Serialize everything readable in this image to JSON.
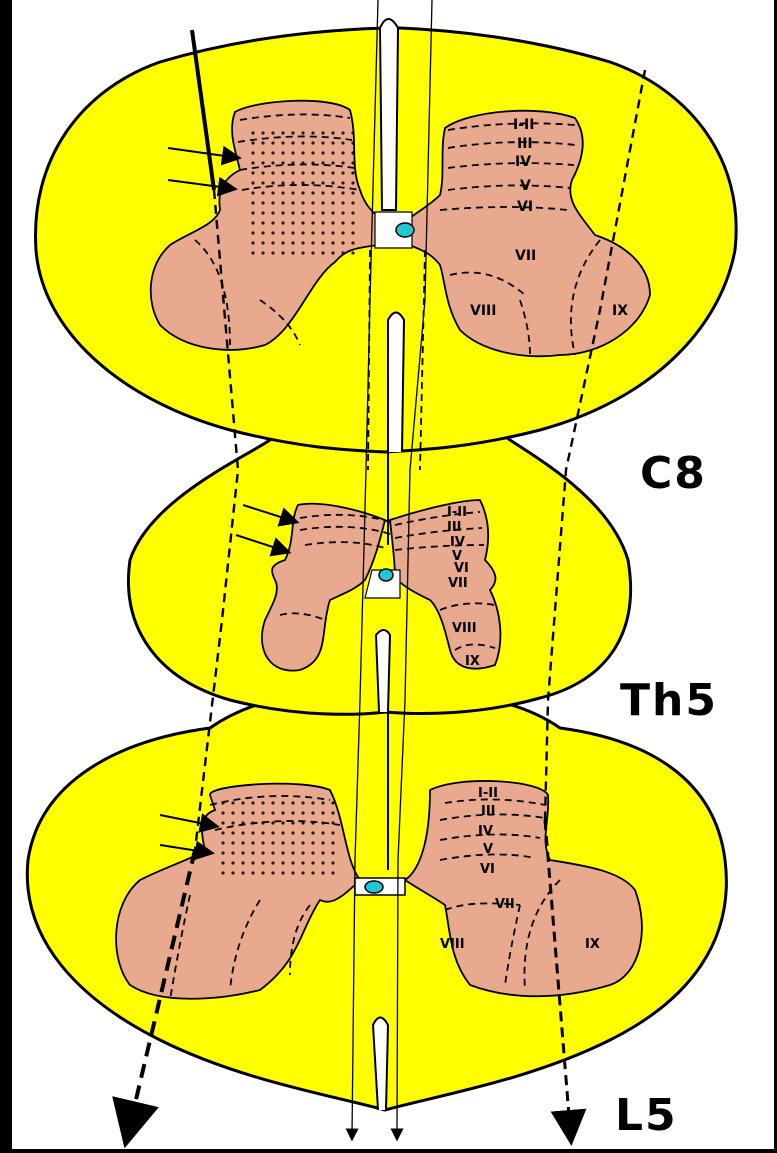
{
  "segments": [
    {
      "label": "C8"
    },
    {
      "label": "Th5"
    },
    {
      "label": "L5"
    }
  ],
  "laminae": {
    "c8": [
      "I-II",
      "III",
      "IV",
      "V",
      "VI",
      "VII",
      "VIII",
      "IX"
    ],
    "th5": [
      "I-II",
      "III",
      "IV",
      "V",
      "VI",
      "VII",
      "VIII",
      "IX"
    ],
    "l5": [
      "I-II",
      "III",
      "IV",
      "V",
      "VI",
      "VII",
      "VIII",
      "IX"
    ]
  },
  "colors": {
    "background": "#000000",
    "white_matter": "#ffff00",
    "gray_matter": "#e9a98e",
    "central_canal": "#22c7d6"
  }
}
